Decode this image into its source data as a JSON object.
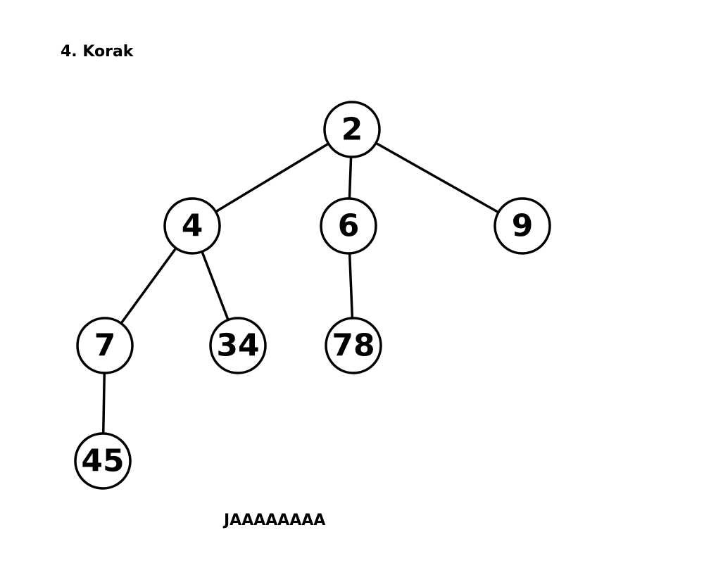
{
  "title": "4. Korak",
  "caption": "JAAAAAAAA",
  "colors": {
    "stroke": "#000000",
    "node_fill": "#ffffff",
    "text": "#000000"
  },
  "tree": {
    "nodes": [
      {
        "id": "n2",
        "label": "2"
      },
      {
        "id": "n4",
        "label": "4"
      },
      {
        "id": "n6",
        "label": "6"
      },
      {
        "id": "n9",
        "label": "9"
      },
      {
        "id": "n7",
        "label": "7"
      },
      {
        "id": "n34",
        "label": "34"
      },
      {
        "id": "n78",
        "label": "78"
      },
      {
        "id": "n45",
        "label": "45"
      }
    ],
    "edges": [
      {
        "from": "n2",
        "to": "n4"
      },
      {
        "from": "n2",
        "to": "n6"
      },
      {
        "from": "n2",
        "to": "n9"
      },
      {
        "from": "n4",
        "to": "n7"
      },
      {
        "from": "n4",
        "to": "n34"
      },
      {
        "from": "n6",
        "to": "n78"
      },
      {
        "from": "n7",
        "to": "n45"
      }
    ]
  }
}
